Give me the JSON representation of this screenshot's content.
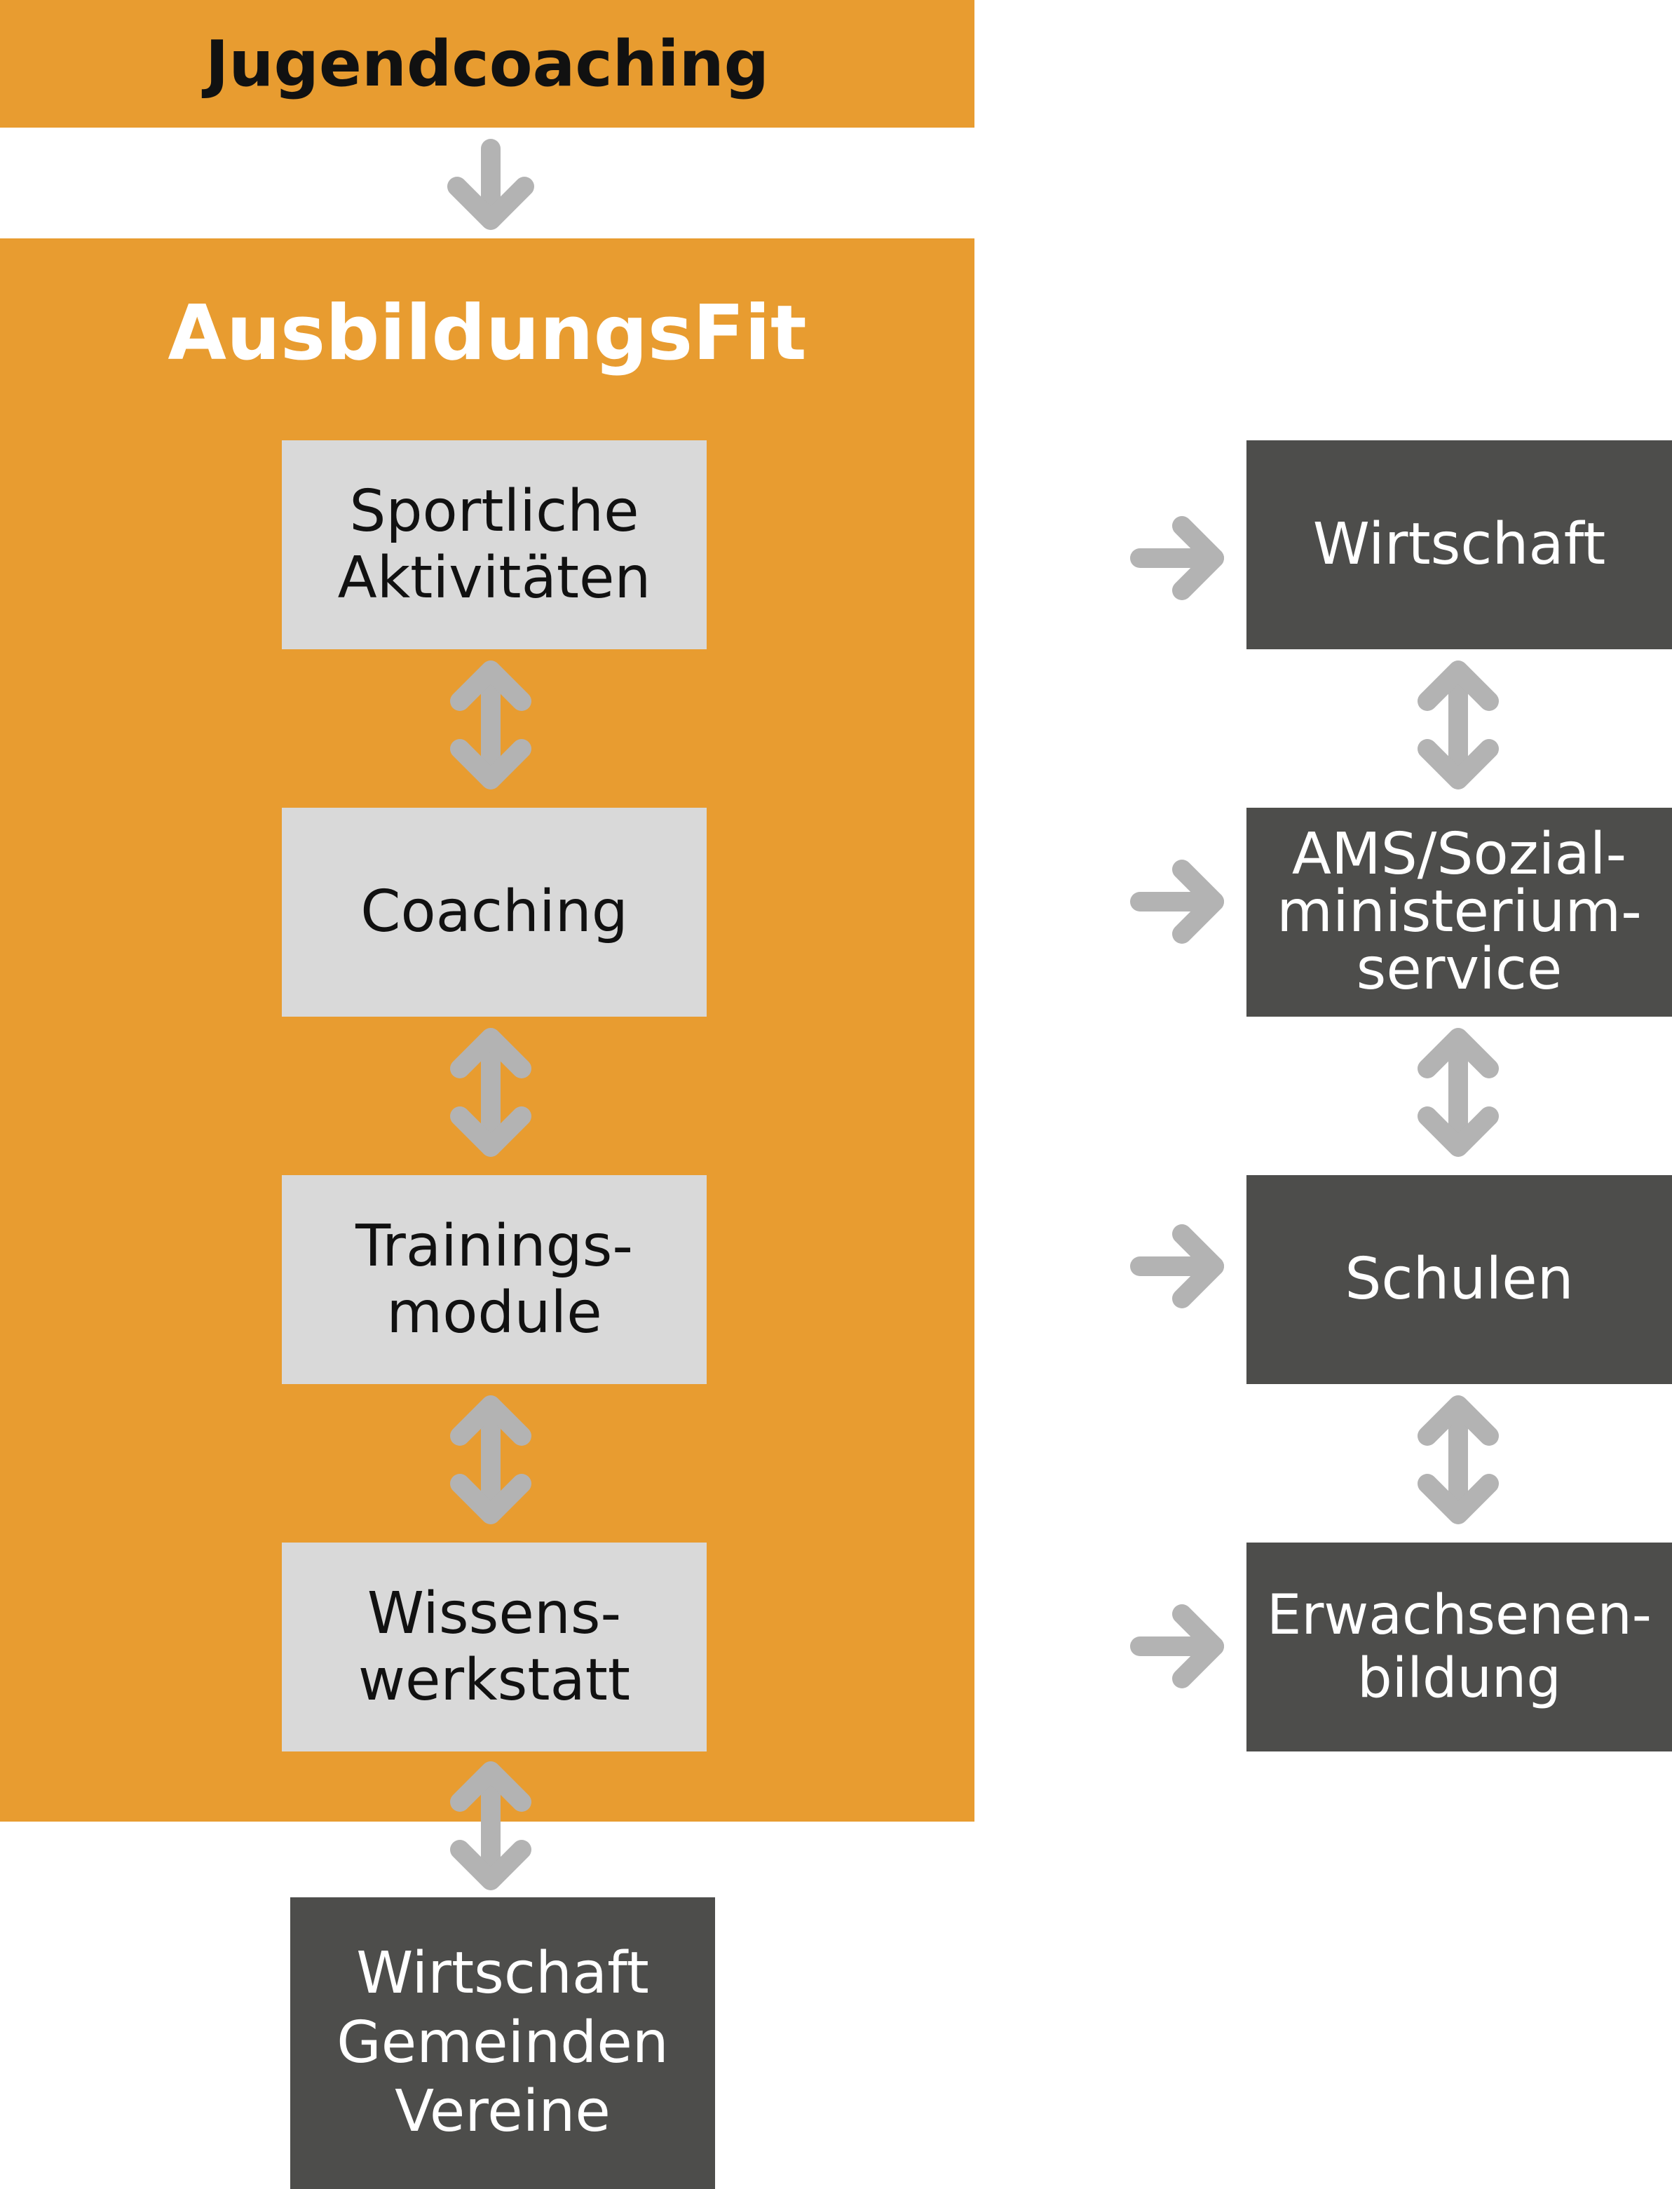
{
  "colors": {
    "orange": "#e89c30",
    "light_box": "#d9d9d9",
    "dark_box": "#4d4d4b",
    "arrow": "#b3b3b3"
  },
  "top": {
    "title": "Jugendcoaching"
  },
  "main": {
    "title": "AusbildungsFit",
    "modules": [
      {
        "lines": [
          "Sportliche",
          "Aktivitäten"
        ]
      },
      {
        "lines": [
          "Coaching"
        ]
      },
      {
        "lines": [
          "Trainings-",
          "module"
        ]
      },
      {
        "lines": [
          "Wissens-",
          "werkstatt"
        ]
      }
    ]
  },
  "bottom_box": {
    "lines": [
      "Wirtschaft",
      "Gemeinden",
      "Vereine"
    ]
  },
  "partners": [
    {
      "lines": [
        "Wirtschaft"
      ]
    },
    {
      "lines": [
        "AMS/Sozial-",
        "ministerium-",
        "service"
      ]
    },
    {
      "lines": [
        "Schulen"
      ]
    },
    {
      "lines": [
        "Erwachsenen-",
        "bildung"
      ]
    }
  ]
}
